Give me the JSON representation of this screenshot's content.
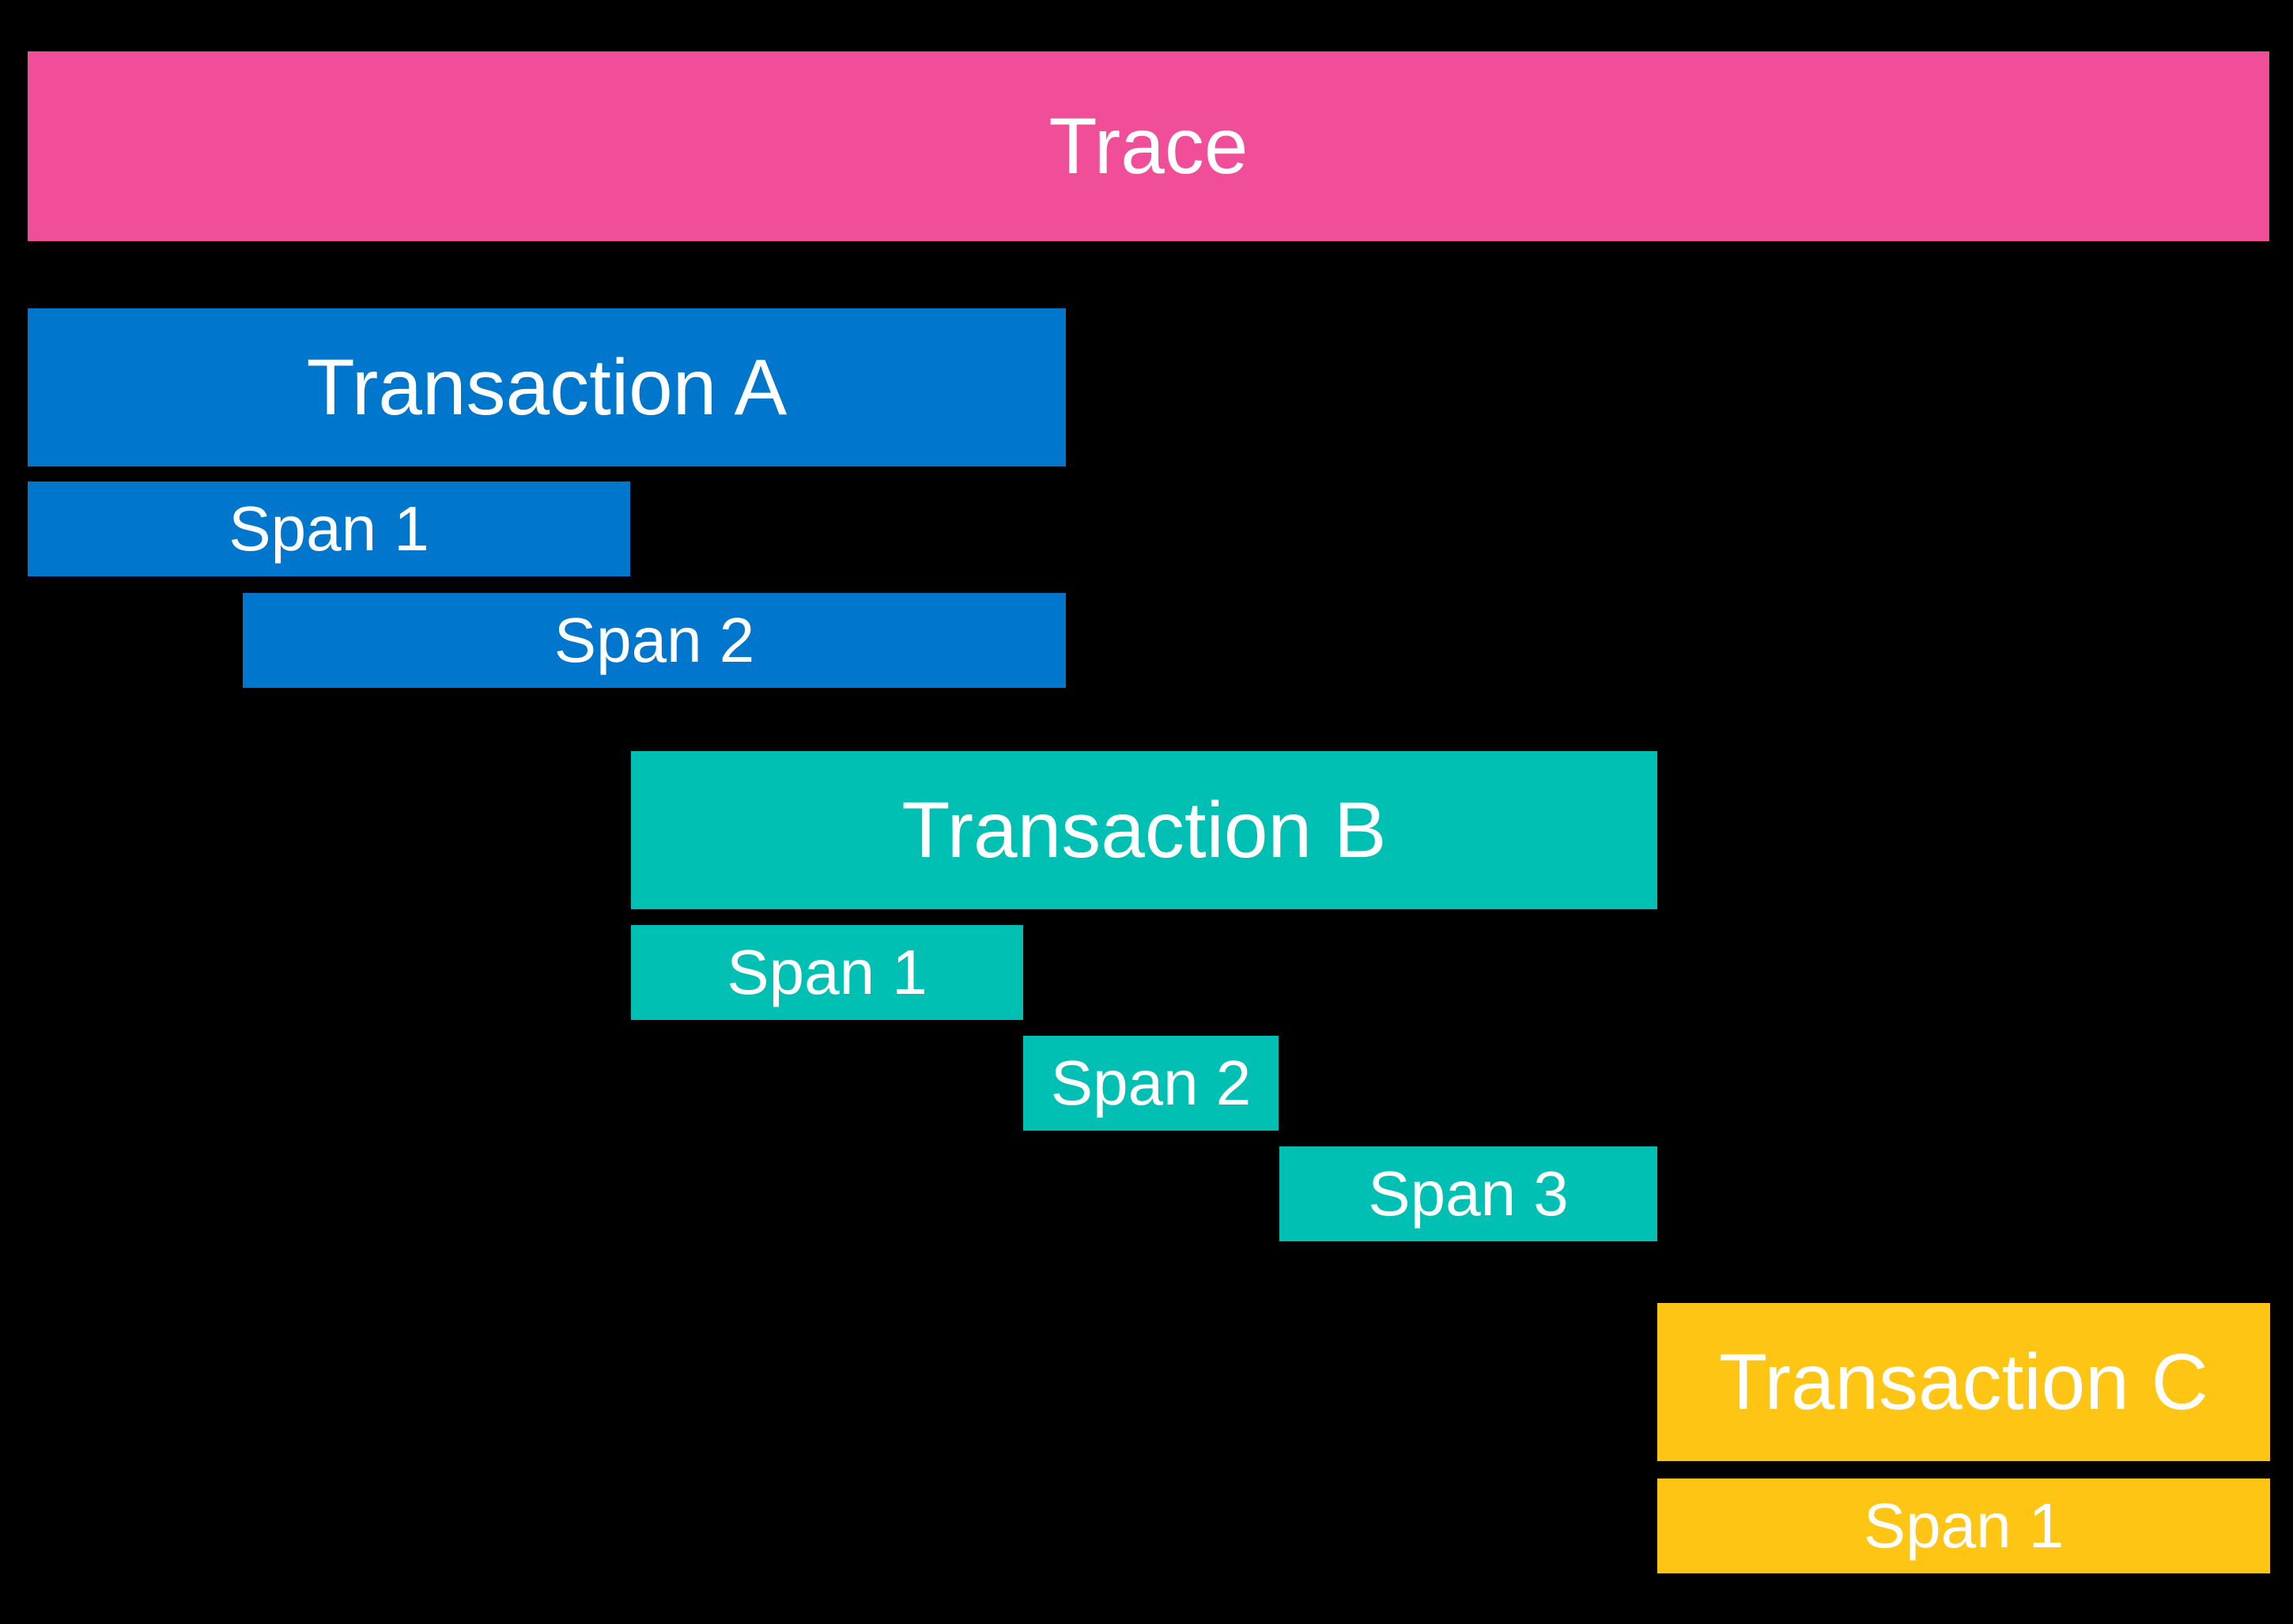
{
  "diagram": {
    "description": "Distributed tracing waterfall diagram: one trace containing three sequential transactions, each with child spans",
    "background_color": "#000000",
    "text_color": "#FFFFFF"
  },
  "trace": {
    "label": "Trace",
    "color": "#F04E98"
  },
  "transactions": [
    {
      "label": "Transaction A",
      "color": "#0077CC",
      "spans": [
        {
          "label": "Span 1"
        },
        {
          "label": "Span 2"
        }
      ]
    },
    {
      "label": "Transaction B",
      "color": "#00BFB3",
      "spans": [
        {
          "label": "Span 1"
        },
        {
          "label": "Span 2"
        },
        {
          "label": "Span 3"
        }
      ]
    },
    {
      "label": "Transaction C",
      "color": "#FEC514",
      "spans": [
        {
          "label": "Span 1"
        }
      ]
    }
  ]
}
